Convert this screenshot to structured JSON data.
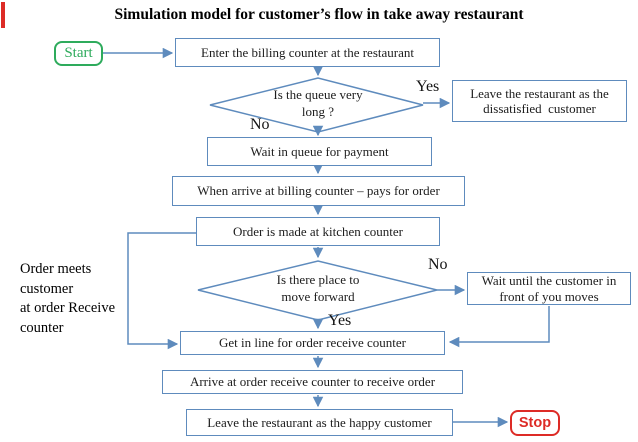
{
  "title": "Simulation model for customer’s flow in take away restaurant",
  "colors": {
    "line": "#5e8bbd",
    "start_green": "#2eab5c",
    "stop_red": "#dd2b26",
    "text": "#1c1c1c"
  },
  "nodes": {
    "start": "Start",
    "enter_billing": "Enter the billing counter at the restaurant",
    "queue_decision": "Is the queue very\nlong ?",
    "leave_dissatisfied": "Leave the restaurant as the\ndissatisfied  customer",
    "wait_in_queue": "Wait in queue for payment",
    "pay_for_order": "When arrive at billing counter – pays for order",
    "order_kitchen": "Order is made at kitchen counter",
    "place_decision": "Is there place to\nmove forward",
    "wait_customer_moves": "Wait until the customer in\nfront of you moves",
    "get_in_line": "Get in line for order receive counter",
    "arrive_receive": "Arrive at order receive counter to receive order",
    "leave_happy": "Leave the restaurant as the happy customer",
    "stop": "Stop"
  },
  "labels": {
    "queue_yes": "Yes",
    "queue_no": "No",
    "place_no": "No",
    "place_yes": "Yes",
    "side_note": "Order meets\ncustomer\nat order Receive\ncounter"
  }
}
